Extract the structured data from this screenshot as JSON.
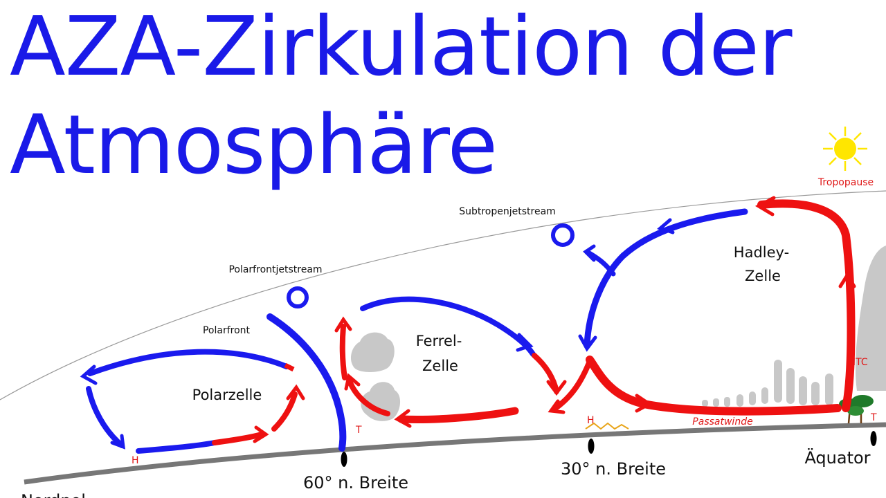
{
  "title": {
    "line1": "AZA-Zirkulation der",
    "line2": "Atmosphäre"
  },
  "labels": {
    "tropopause": "Tropopause",
    "subtropenjetstream": "Subtropenjetstream",
    "polarfrontjetstream": "Polarfrontjetstream",
    "polarfront": "Polarfront",
    "hadley_1": "Hadley-",
    "hadley_2": "Zelle",
    "ferrel_1": "Ferrel-",
    "ferrel_2": "Zelle",
    "polarzelle": "Polarzelle",
    "itc": "ITC",
    "passatwinde": "Passatwinde",
    "high": "H",
    "low": "T",
    "lat_60": "60° n. Breite",
    "lat_30": "30° n. Breite",
    "equator": "Äquator",
    "nordpol_partial": "Nordpol"
  },
  "colors": {
    "title": "#1a1ae8",
    "cold_air": "#1a1aee",
    "warm_air": "#ee1111",
    "ground": "#777777",
    "tropopause_line": "#999999",
    "sun": "#ffe600",
    "cloud": "#c8c8c8"
  }
}
